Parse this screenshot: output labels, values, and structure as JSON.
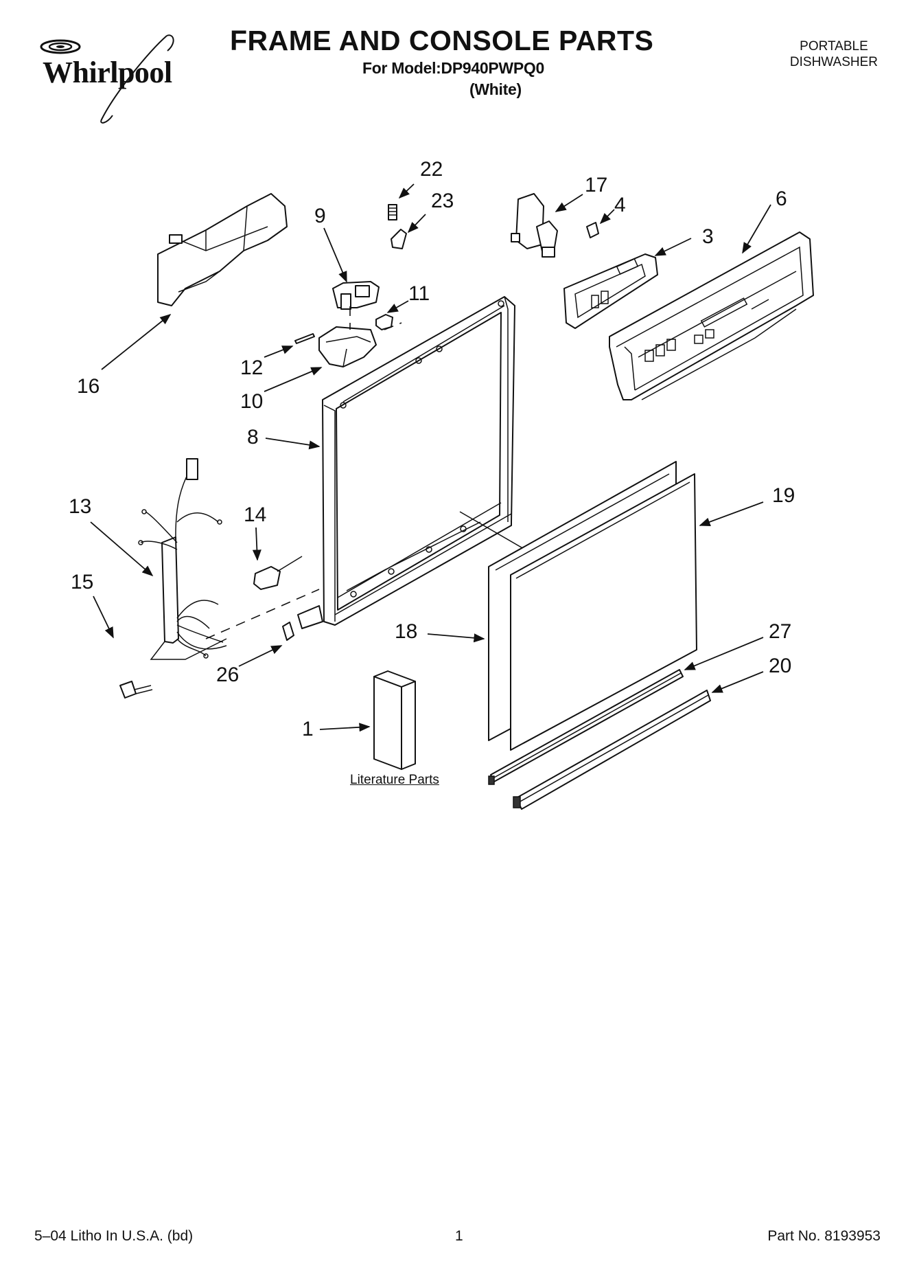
{
  "header": {
    "brand": "Whirlpool",
    "title": "FRAME AND CONSOLE PARTS",
    "model_line": "For Model:DP940PWPQ0",
    "variant": "(White)",
    "product_line1": "PORTABLE",
    "product_line2": "DISHWASHER"
  },
  "callouts": {
    "c1": "1",
    "c3": "3",
    "c4": "4",
    "c6": "6",
    "c8": "8",
    "c9": "9",
    "c10": "10",
    "c11": "11",
    "c12": "12",
    "c13": "13",
    "c14": "14",
    "c15": "15",
    "c16": "16",
    "c17": "17",
    "c18": "18",
    "c19": "19",
    "c20": "20",
    "c22": "22",
    "c23": "23",
    "c26": "26",
    "c27": "27"
  },
  "literature_label": "Literature Parts",
  "footer": {
    "litho": "5–04 Litho In U.S.A. (bd)",
    "page": "1",
    "part_no": "Part No. 8193953"
  }
}
